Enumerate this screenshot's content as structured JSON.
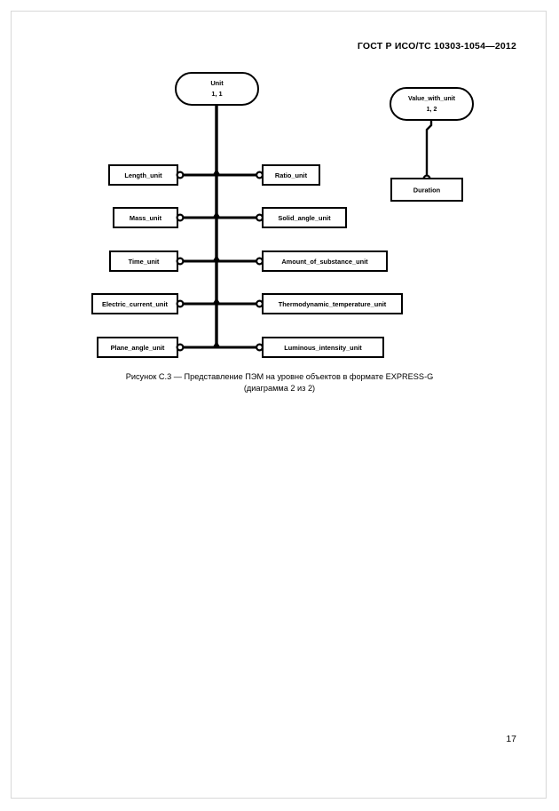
{
  "document": {
    "header": "ГОСТ Р ИСО/ТС 10303-1054—2012",
    "page_number": "17"
  },
  "caption": {
    "line1": "Рисунок  С.3 — Представление ПЭМ на уровне объектов в формате EXPRESS-G",
    "line2": "(диаграмма 2 из 2)"
  },
  "diagram": {
    "type": "EXPRESS-G entity-level diagram",
    "root": {
      "name": "Unit",
      "page_ref": "1, 1"
    },
    "second_root": {
      "name": "Value_with_unit",
      "page_ref": "1, 2"
    },
    "second_root_child": {
      "name": "Duration"
    },
    "left_subtypes": [
      {
        "name": "Length_unit"
      },
      {
        "name": "Mass_unit"
      },
      {
        "name": "Time_unit"
      },
      {
        "name": "Electric_current_unit"
      },
      {
        "name": "Plane_angle_unit"
      }
    ],
    "right_subtypes": [
      {
        "name": "Ratio_unit"
      },
      {
        "name": "Solid_angle_unit"
      },
      {
        "name": "Amount_of_substance_unit"
      },
      {
        "name": "Thermodynamic_temperature_unit"
      },
      {
        "name": "Luminous_intensity_unit"
      }
    ]
  },
  "colors": {
    "ink": "#000000",
    "paper": "#ffffff"
  }
}
